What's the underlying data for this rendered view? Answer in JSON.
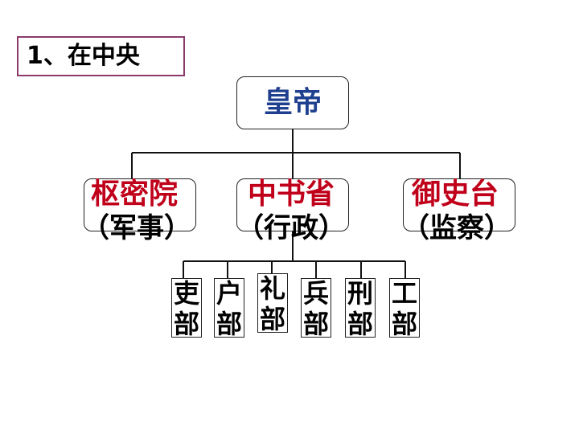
{
  "section_title": "1、在中央",
  "emperor": "皇帝",
  "departments": [
    {
      "name": "枢密院",
      "role": "（军事）"
    },
    {
      "name": "中书省",
      "role": "（行政）"
    },
    {
      "name": "御史台",
      "role": "（监察）"
    }
  ],
  "ministries": [
    {
      "top": "吏",
      "bottom": "部"
    },
    {
      "top": "户",
      "bottom": "部"
    },
    {
      "top": "礼",
      "bottom": "部"
    },
    {
      "top": "兵",
      "bottom": "部"
    },
    {
      "top": "刑",
      "bottom": "部"
    },
    {
      "top": "工",
      "bottom": "部"
    }
  ],
  "colors": {
    "emperor_text": "#1f3f8f",
    "department_name": "#c0001a",
    "section_border": "#8b3a6b"
  }
}
